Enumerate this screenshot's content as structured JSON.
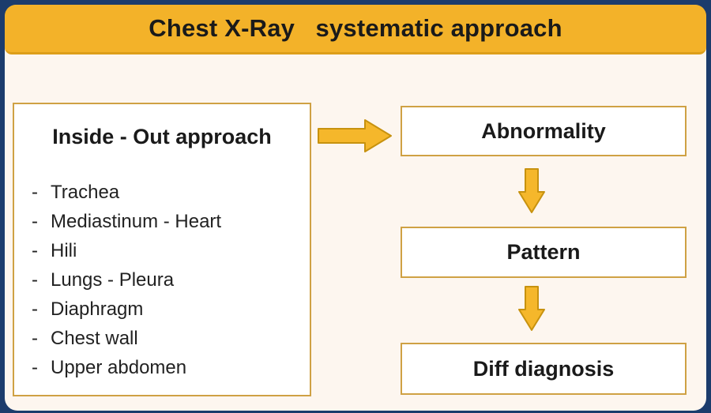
{
  "header": {
    "title": "Chest X-Ray   systematic approach"
  },
  "left_panel": {
    "title": "Inside - Out approach",
    "bullet": "-",
    "items": [
      "Trachea",
      "Mediastinum - Heart",
      "Hili",
      "Lungs - Pleura",
      "Diaphragm",
      "Chest wall",
      "Upper abdomen"
    ]
  },
  "flow": {
    "steps": [
      {
        "label": "Abnormality"
      },
      {
        "label": "Pattern"
      },
      {
        "label": "Diff diagnosis"
      }
    ]
  },
  "colors": {
    "banner": "#F3B229",
    "navy": "#1C3C6C",
    "cream": "#FDF6EF",
    "arrow_fill": "#F5B72B",
    "arrow_stroke": "#C7920F",
    "box_border": "#CFA144",
    "ink": "#1A1A1A"
  }
}
